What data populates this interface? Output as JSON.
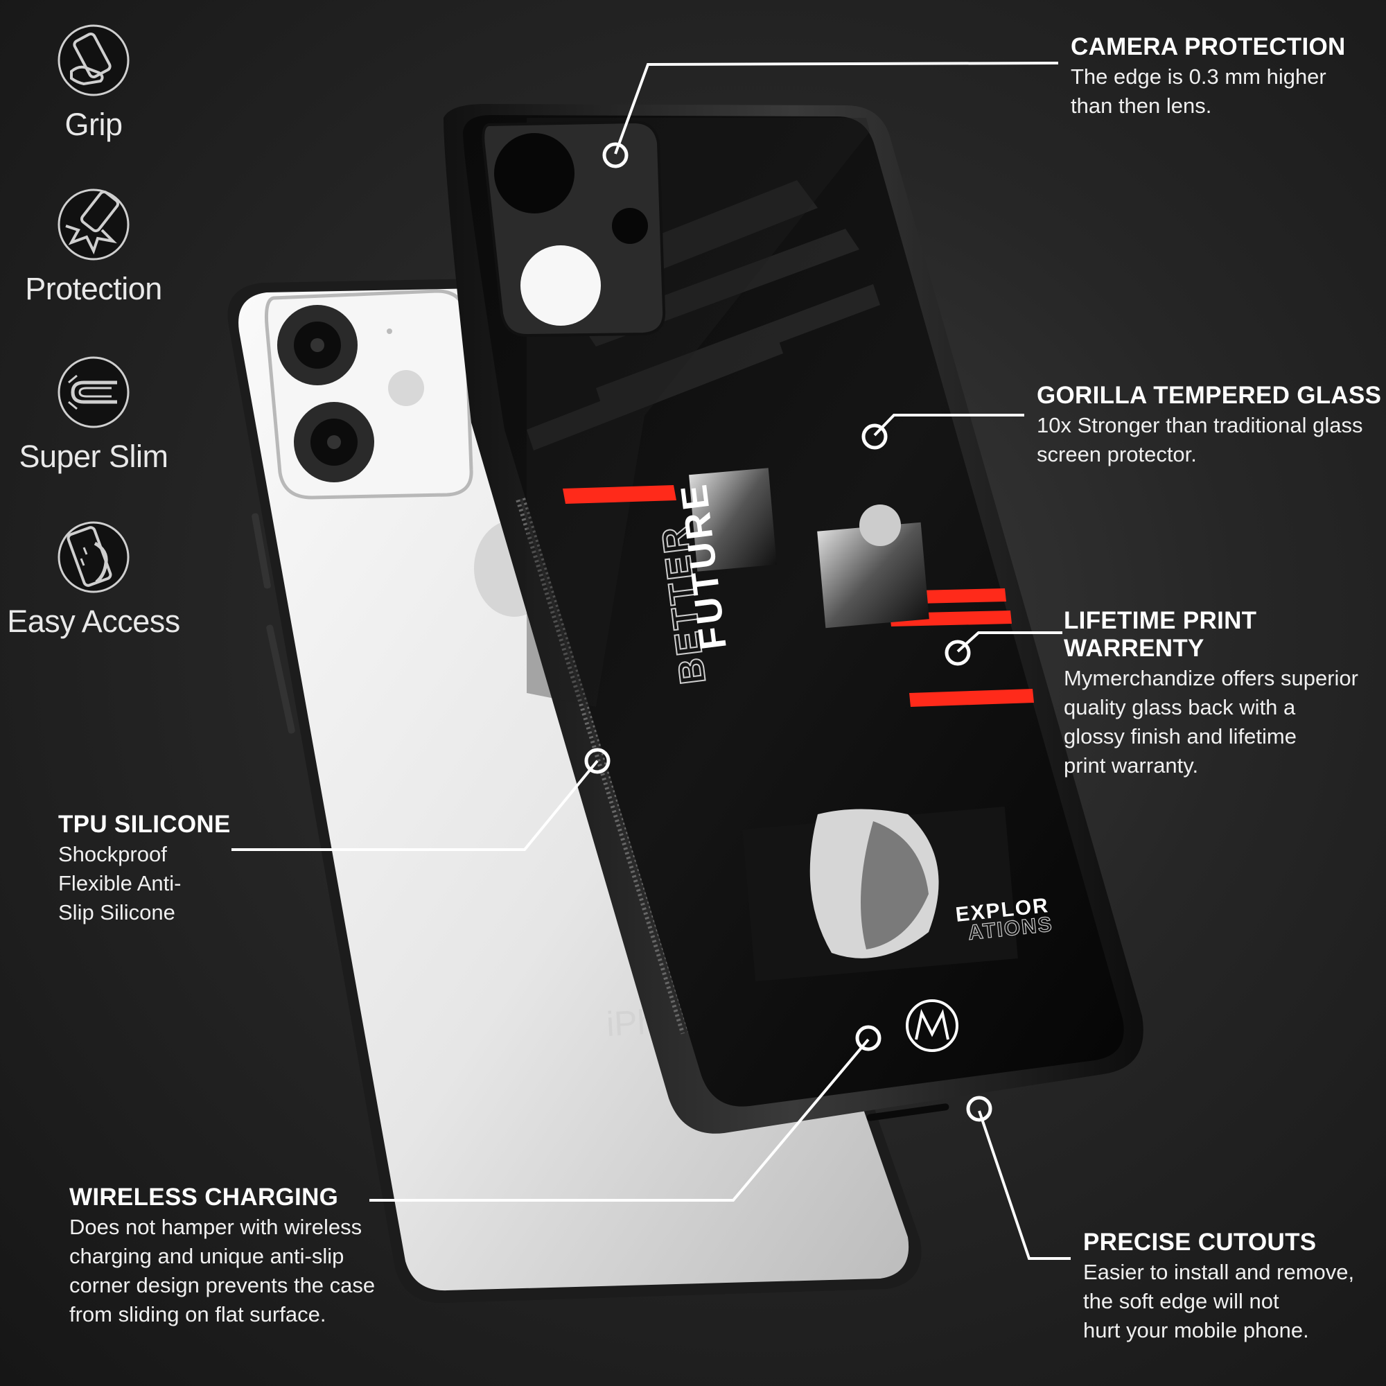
{
  "features": [
    {
      "label": "Grip",
      "icon": "grip-icon"
    },
    {
      "label": "Protection",
      "icon": "protection-icon"
    },
    {
      "label": "Super Slim",
      "icon": "super-slim-icon"
    },
    {
      "label": "Easy Access",
      "icon": "easy-access-icon"
    }
  ],
  "callouts": {
    "camera": {
      "title": "CAMERA PROTECTION",
      "desc": "The edge is 0.3 mm higher\nthan then lens."
    },
    "glass": {
      "title": "GORILLA TEMPERED GLASS",
      "desc": "10x Stronger than traditional glass\nscreen protector."
    },
    "warranty": {
      "title": "LIFETIME PRINT WARRENTY",
      "desc": "Mymerchandize offers superior\nquality glass back with a\nglossy finish and lifetime\n print warranty."
    },
    "tpu": {
      "title": "TPU SILICONE",
      "desc": "Shockproof\nFlexible Anti-\nSlip Silicone"
    },
    "wireless": {
      "title": "WIRELESS CHARGING",
      "desc": "Does not hamper with wireless\ncharging and unique anti-slip\ncorner design prevents the case\nfrom sliding on flat surface."
    },
    "cutouts": {
      "title": "PRECISE CUTOUTS",
      "desc": "Easier to install and remove,\nthe soft edge will not\nhurt your mobile phone."
    }
  },
  "artwork": {
    "vertical_text_1": "BETTER",
    "vertical_text_2": "FUTURE",
    "bottom_text_1": "EXPLOR",
    "bottom_text_2": "ATIONS",
    "back_text": "iPhone",
    "accent_color": "#ff2a1a"
  }
}
